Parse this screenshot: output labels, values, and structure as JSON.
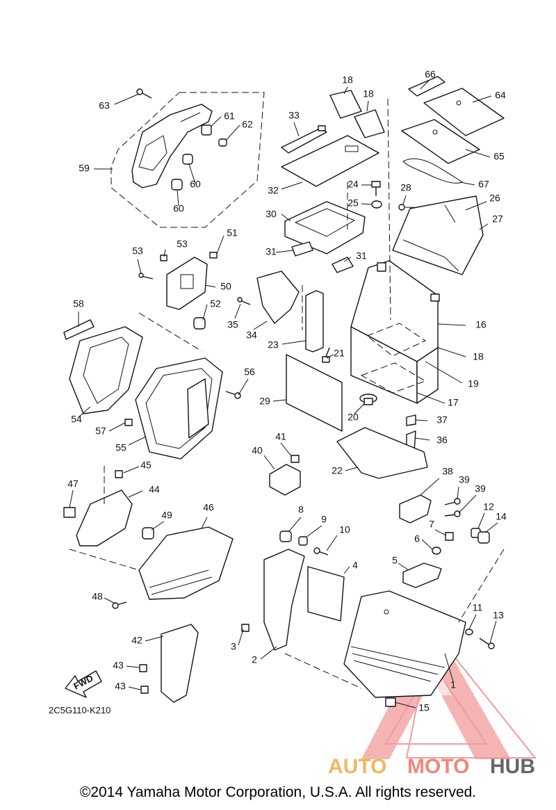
{
  "diagram_code": "2C5G110-K210",
  "fwd_label": "FWD",
  "copyright": "©2014 Yamaha Motor Corporation, U.S.A. All rights reserved.",
  "watermark": {
    "part1": "AUTO",
    "part2": "MOTO",
    "part3": "HUB",
    "color_auto": "#f0b24a",
    "color_moto": "#ee7b6b",
    "color_hub": "#555555",
    "triangle_color": "#f08a8a"
  },
  "callouts": [
    {
      "id": "63",
      "label": "63"
    },
    {
      "id": "61",
      "label": "61"
    },
    {
      "id": "62",
      "label": "62"
    },
    {
      "id": "59",
      "label": "59"
    },
    {
      "id": "60a",
      "label": "60"
    },
    {
      "id": "60b",
      "label": "60"
    },
    {
      "id": "18a",
      "label": "18"
    },
    {
      "id": "18b",
      "label": "18"
    },
    {
      "id": "33",
      "label": "33"
    },
    {
      "id": "66",
      "label": "66"
    },
    {
      "id": "64",
      "label": "64"
    },
    {
      "id": "65",
      "label": "65"
    },
    {
      "id": "67",
      "label": "67"
    },
    {
      "id": "32",
      "label": "32"
    },
    {
      "id": "24",
      "label": "24"
    },
    {
      "id": "28",
      "label": "28"
    },
    {
      "id": "26",
      "label": "26"
    },
    {
      "id": "25",
      "label": "25"
    },
    {
      "id": "27",
      "label": "27"
    },
    {
      "id": "30",
      "label": "30"
    },
    {
      "id": "51",
      "label": "51"
    },
    {
      "id": "53a",
      "label": "53"
    },
    {
      "id": "53b",
      "label": "53"
    },
    {
      "id": "31a",
      "label": "31"
    },
    {
      "id": "31b",
      "label": "31"
    },
    {
      "id": "50",
      "label": "50"
    },
    {
      "id": "58",
      "label": "58"
    },
    {
      "id": "52",
      "label": "52"
    },
    {
      "id": "35",
      "label": "35"
    },
    {
      "id": "16",
      "label": "16"
    },
    {
      "id": "34",
      "label": "34"
    },
    {
      "id": "23",
      "label": "23"
    },
    {
      "id": "18c",
      "label": "18"
    },
    {
      "id": "21",
      "label": "21"
    },
    {
      "id": "56",
      "label": "56"
    },
    {
      "id": "19",
      "label": "19"
    },
    {
      "id": "29",
      "label": "29"
    },
    {
      "id": "17",
      "label": "17"
    },
    {
      "id": "54",
      "label": "54"
    },
    {
      "id": "20",
      "label": "20"
    },
    {
      "id": "37",
      "label": "37"
    },
    {
      "id": "57",
      "label": "57"
    },
    {
      "id": "55",
      "label": "55"
    },
    {
      "id": "36",
      "label": "36"
    },
    {
      "id": "41",
      "label": "41"
    },
    {
      "id": "40",
      "label": "40"
    },
    {
      "id": "22",
      "label": "22"
    },
    {
      "id": "45",
      "label": "45"
    },
    {
      "id": "38",
      "label": "38"
    },
    {
      "id": "47",
      "label": "47"
    },
    {
      "id": "44",
      "label": "44"
    },
    {
      "id": "39a",
      "label": "39"
    },
    {
      "id": "39b",
      "label": "39"
    },
    {
      "id": "46",
      "label": "46"
    },
    {
      "id": "8",
      "label": "8"
    },
    {
      "id": "9",
      "label": "9"
    },
    {
      "id": "12",
      "label": "12"
    },
    {
      "id": "14",
      "label": "14"
    },
    {
      "id": "49",
      "label": "49"
    },
    {
      "id": "7",
      "label": "7"
    },
    {
      "id": "10",
      "label": "10"
    },
    {
      "id": "6",
      "label": "6"
    },
    {
      "id": "4",
      "label": "4"
    },
    {
      "id": "5",
      "label": "5"
    },
    {
      "id": "48",
      "label": "48"
    },
    {
      "id": "11",
      "label": "11"
    },
    {
      "id": "13",
      "label": "13"
    },
    {
      "id": "42",
      "label": "42"
    },
    {
      "id": "3",
      "label": "3"
    },
    {
      "id": "2",
      "label": "2"
    },
    {
      "id": "43a",
      "label": "43"
    },
    {
      "id": "43b",
      "label": "43"
    },
    {
      "id": "1",
      "label": "1"
    },
    {
      "id": "15",
      "label": "15"
    }
  ]
}
